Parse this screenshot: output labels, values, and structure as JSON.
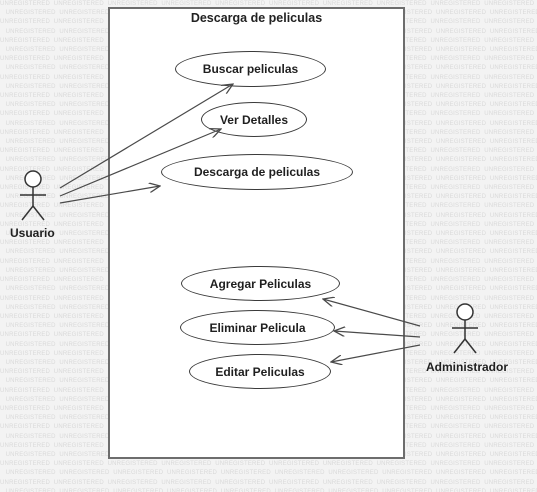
{
  "diagram": {
    "system_title": "Descarga de peliculas",
    "watermark_text": "UNREGISTERED",
    "actors": {
      "user": {
        "label": "Usuario"
      },
      "admin": {
        "label": "Administrador"
      }
    },
    "use_cases": {
      "buscar": "Buscar peliculas",
      "detalles": "Ver Detalles",
      "descarga": "Descarga de peliculas",
      "agregar": "Agregar Peliculas",
      "eliminar": "Eliminar Pelicula",
      "editar": "Editar Peliculas"
    }
  }
}
